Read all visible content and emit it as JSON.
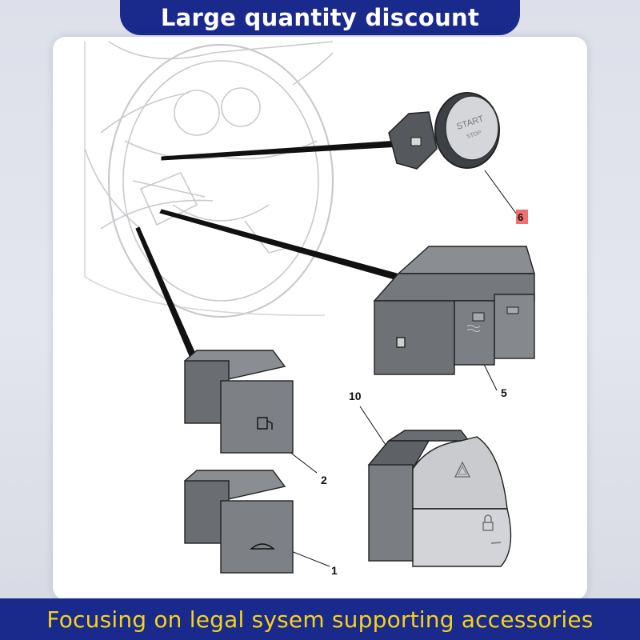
{
  "banners": {
    "top": "Large quantity discount",
    "bottom": "Focusing on legal sysem supporting accessories"
  },
  "colors": {
    "banner_bg": "#1a2a8c",
    "top_text": "#ffffff",
    "bottom_text": "#f5d31a",
    "callout_highlight": "#f07070"
  },
  "start_button": {
    "text_line1": "START",
    "text_line2": "STOP"
  },
  "callouts": {
    "c6": "6",
    "c5": "5",
    "c10": "10",
    "c2": "2",
    "c1": "1"
  },
  "icons": [
    "fuel-cap-icon",
    "trunk-release-icon",
    "hazard-triangle-icon",
    "padlock-icon",
    "rear-defrost-icon"
  ]
}
